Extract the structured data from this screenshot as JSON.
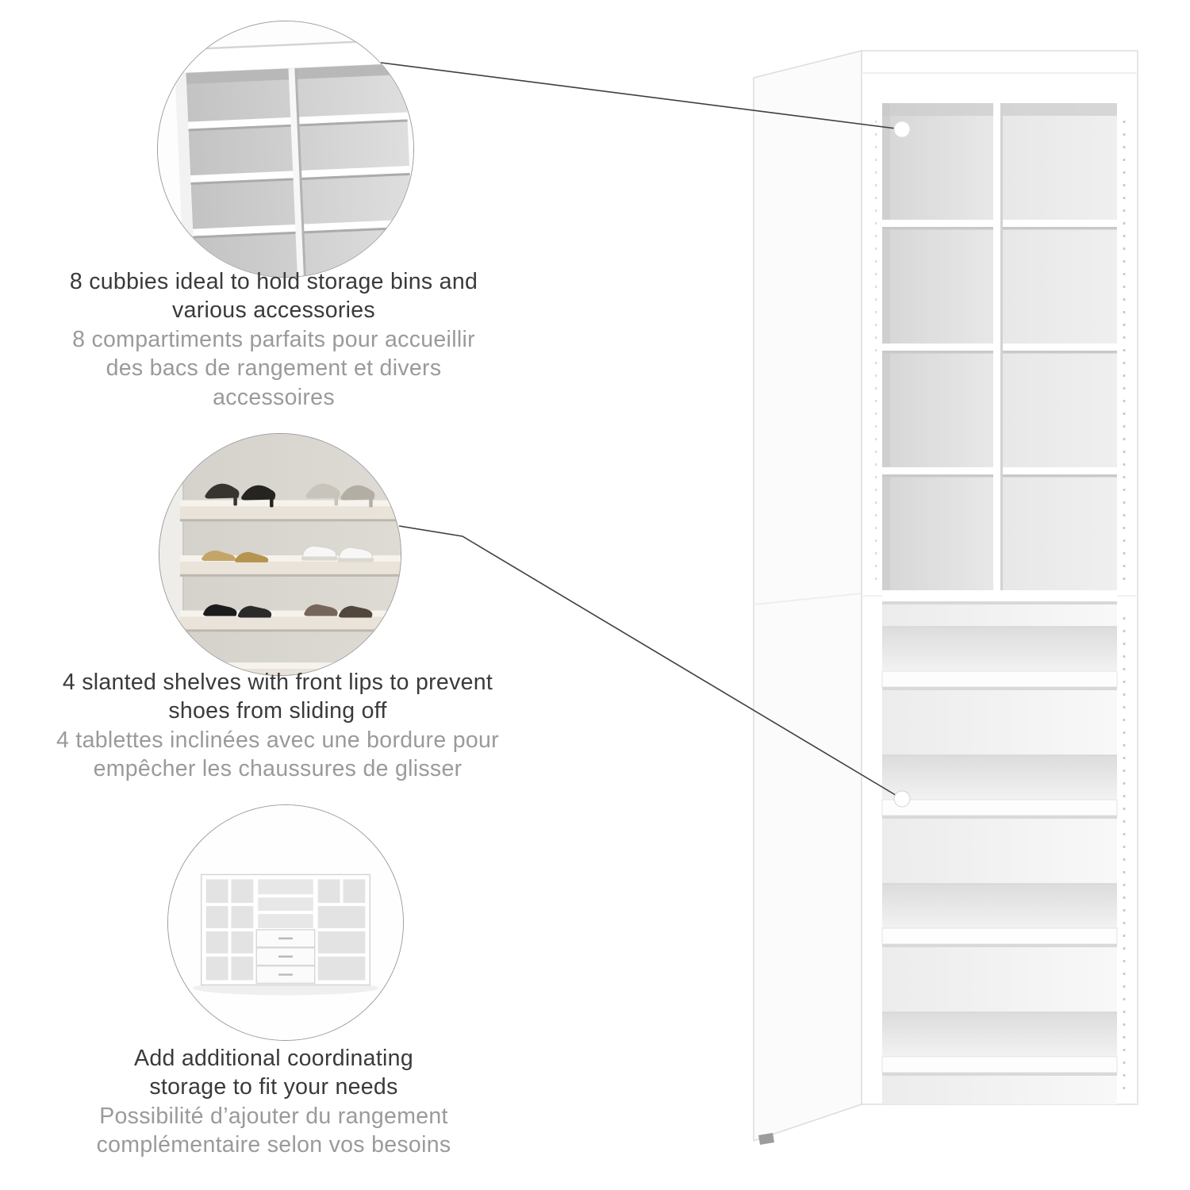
{
  "page": {
    "background": "#ffffff",
    "kind": "product-feature-infographic"
  },
  "colors": {
    "text_primary": "#3a3a3a",
    "text_secondary": "#9a9a9a",
    "connector_line": "#3f3f3f",
    "product_white": "#ffffff",
    "interior_gray": "#e5e5e5"
  },
  "icons": {
    "dot_top": "callout-dot",
    "dot_bottom": "callout-dot"
  },
  "features": [
    {
      "id": "cubbies",
      "image_name": "cubbies-closeup-photo",
      "en_lines": [
        "8 cubbies ideal to hold storage bins and",
        "various accessories"
      ],
      "fr_lines": [
        "8 compartiments parfaits pour accueillir",
        "des bacs de rangement et divers",
        "accessoires"
      ]
    },
    {
      "id": "slanted-shelves",
      "image_name": "shoe-shelves-photo",
      "en_lines": [
        "4 slanted shelves with front lips to prevent",
        "shoes from sliding off"
      ],
      "fr_lines": [
        "4 tablettes inclinées avec une bordure pour",
        "empêcher les chaussures de glisser"
      ]
    },
    {
      "id": "coordinating-storage",
      "image_name": "closet-system-photo",
      "en_lines": [
        "Add additional coordinating",
        "storage to fit your needs"
      ],
      "fr_lines": [
        "Possibilité d’ajouter du rangement",
        "complémentaire selon vos besoins"
      ]
    }
  ]
}
